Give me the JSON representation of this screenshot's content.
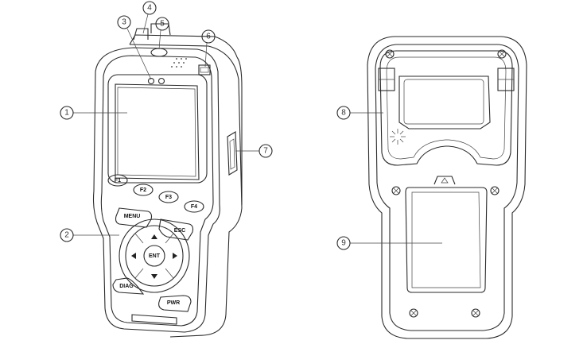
{
  "callouts": [
    "1",
    "2",
    "3",
    "4",
    "5",
    "6",
    "7",
    "8",
    "9"
  ],
  "buttons": {
    "f1": "F1",
    "f2": "F2",
    "f3": "F3",
    "f4": "F4",
    "menu": "MENU",
    "esc": "ESC",
    "ent": "ENT",
    "diag": "DIAG",
    "pwr": "PWR"
  }
}
